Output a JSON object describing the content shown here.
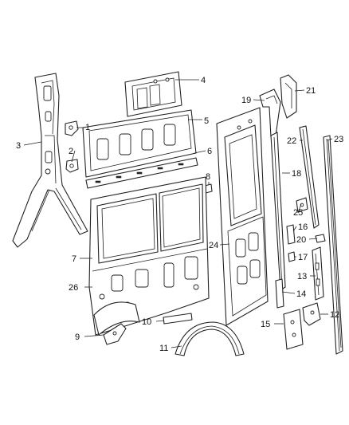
{
  "diagram": {
    "callouts": [
      {
        "id": "1",
        "label": "1"
      },
      {
        "id": "2",
        "label": "2"
      },
      {
        "id": "3",
        "label": "3"
      },
      {
        "id": "4",
        "label": "4"
      },
      {
        "id": "5",
        "label": "5"
      },
      {
        "id": "6",
        "label": "6"
      },
      {
        "id": "7",
        "label": "7"
      },
      {
        "id": "8",
        "label": "8"
      },
      {
        "id": "9",
        "label": "9"
      },
      {
        "id": "10",
        "label": "10"
      },
      {
        "id": "11",
        "label": "11"
      },
      {
        "id": "12",
        "label": "12"
      },
      {
        "id": "13",
        "label": "13"
      },
      {
        "id": "14",
        "label": "14"
      },
      {
        "id": "15",
        "label": "15"
      },
      {
        "id": "16",
        "label": "16"
      },
      {
        "id": "17",
        "label": "17"
      },
      {
        "id": "18",
        "label": "18"
      },
      {
        "id": "19",
        "label": "19"
      },
      {
        "id": "20",
        "label": "20"
      },
      {
        "id": "21",
        "label": "21"
      },
      {
        "id": "22",
        "label": "22"
      },
      {
        "id": "23",
        "label": "23"
      },
      {
        "id": "24",
        "label": "24"
      },
      {
        "id": "25",
        "label": "25"
      },
      {
        "id": "26",
        "label": "26"
      }
    ]
  }
}
